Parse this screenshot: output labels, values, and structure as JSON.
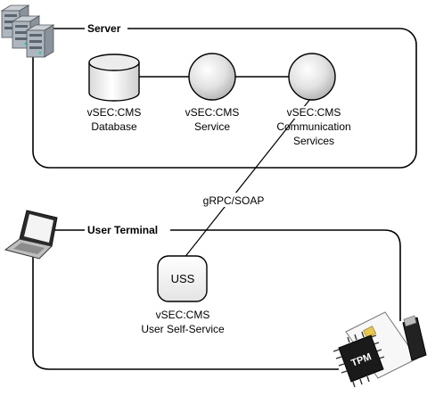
{
  "server": {
    "title": "Server",
    "database": {
      "line1": "vSEC:CMS",
      "line2": "Database"
    },
    "service": {
      "line1": "vSEC:CMS",
      "line2": "Service"
    },
    "comm": {
      "line1": "vSEC:CMS",
      "line2": "Communication",
      "line3": "Services"
    }
  },
  "connection": {
    "label": "gRPC/SOAP"
  },
  "terminal": {
    "title": "User Terminal",
    "uss": {
      "box_label": "USS",
      "line1": "vSEC:CMS",
      "line2": "User Self-Service"
    }
  },
  "devices": {
    "tpm_label": "TPM"
  }
}
